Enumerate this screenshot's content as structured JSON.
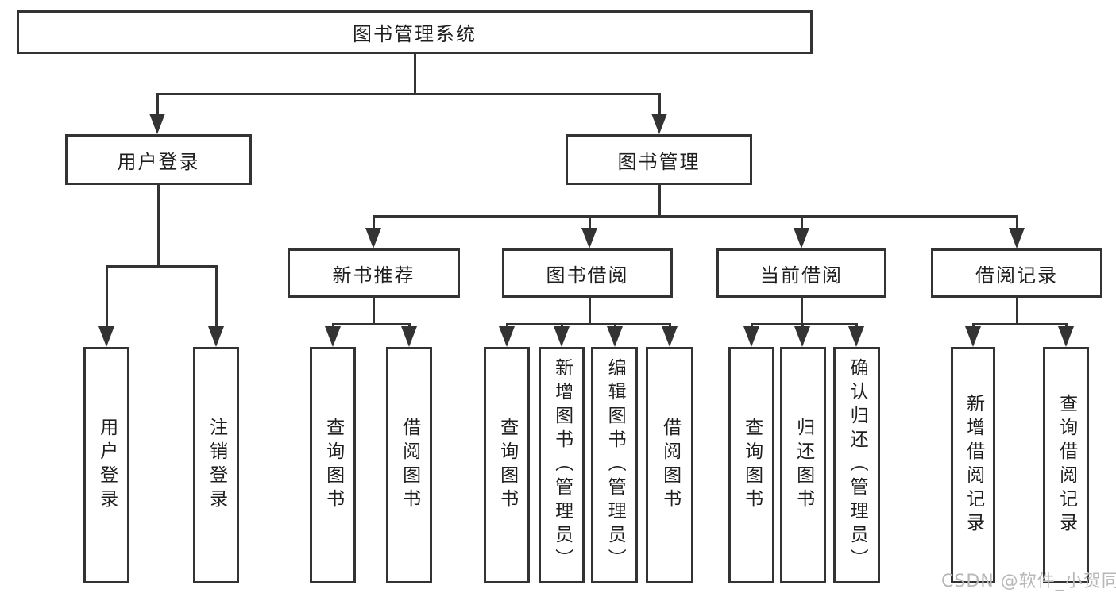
{
  "tree": {
    "label": "图书管理系统",
    "children": [
      {
        "label": "用户登录",
        "children": [
          {
            "label": "用户登录"
          },
          {
            "label": "注销登录"
          }
        ]
      },
      {
        "label": "图书管理",
        "children": [
          {
            "label": "新书推荐",
            "children": [
              {
                "label": "查询图书"
              },
              {
                "label": "借阅图书"
              }
            ]
          },
          {
            "label": "图书借阅",
            "children": [
              {
                "label": "查询图书"
              },
              {
                "label": "新增图书（管理员）"
              },
              {
                "label": "编辑图书（管理员）"
              },
              {
                "label": "借阅图书"
              }
            ]
          },
          {
            "label": "当前借阅",
            "children": [
              {
                "label": "查询图书"
              },
              {
                "label": "归还图书"
              },
              {
                "label": "确认归还（管理员）"
              }
            ]
          },
          {
            "label": "借阅记录",
            "children": [
              {
                "label": "新增借阅记录"
              },
              {
                "label": "查询借阅记录"
              }
            ]
          }
        ]
      }
    ]
  },
  "watermark": {
    "text": "CSDN @软件_小贺同学"
  },
  "colors": {
    "line": "#333333",
    "text": "#1f1f1f",
    "watermark": "#b8b8b8",
    "background": "#ffffff"
  }
}
